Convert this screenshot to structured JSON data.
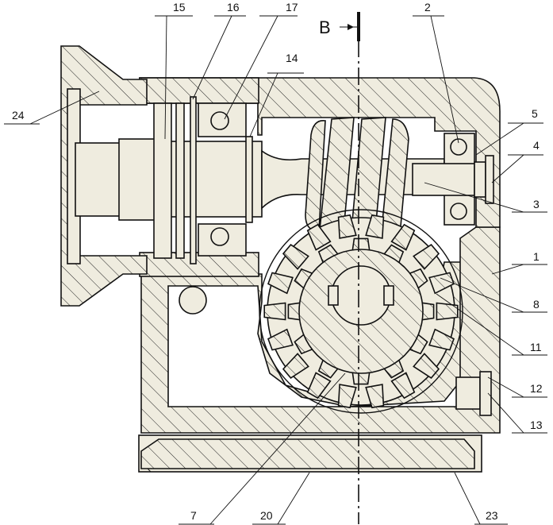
{
  "section_marker": "B",
  "callouts": {
    "p1": "1",
    "p2": "2",
    "p3": "3",
    "p4": "4",
    "p5": "5",
    "p7": "7",
    "p8": "8",
    "p11": "11",
    "p12": "12",
    "p13": "13",
    "p14": "14",
    "p15": "15",
    "p16": "16",
    "p17": "17",
    "p20": "20",
    "p23": "23",
    "p24": "24"
  },
  "colors": {
    "part_fill": "#efecdf",
    "hatch": "#222222",
    "line": "#111111"
  }
}
